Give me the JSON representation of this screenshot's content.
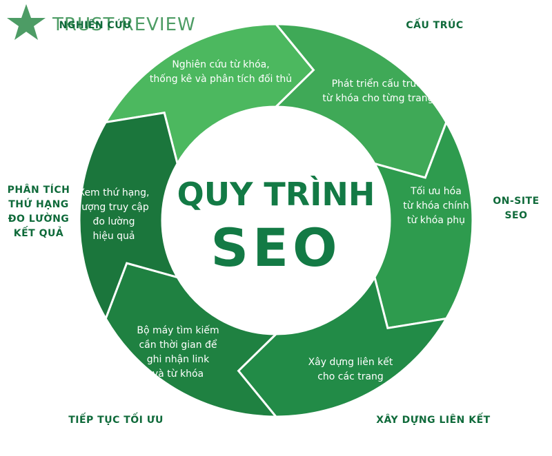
{
  "logo": {
    "text": "TRUST REVIEW"
  },
  "center": {
    "line1": "QUY TRÌNH",
    "line2": "SEO"
  },
  "stages": [
    {
      "outer_label": [
        "NGHIÊN CỨU"
      ],
      "text": [
        "Nghiên cứu từ khóa,",
        "thống kê và phân tích đối thủ"
      ],
      "color": "#4cb85f"
    },
    {
      "outer_label": [
        "CẤU TRÚC"
      ],
      "text": [
        "Phát triển cấu trúc,",
        "từ khóa cho từng trang"
      ],
      "color": "#3fa957"
    },
    {
      "outer_label": [
        "ON-SITE",
        "SEO"
      ],
      "text": [
        "Tối ưu hóa",
        "từ khóa chính",
        "từ khóa phụ"
      ],
      "color": "#2e9b4e"
    },
    {
      "outer_label": [
        "XÂY DỰNG LIÊN KẾT"
      ],
      "text": [
        "Xây dựng liên kết",
        "cho các trang"
      ],
      "color": "#228b47"
    },
    {
      "outer_label": [
        "TIẾP TỤC TỐI ƯU"
      ],
      "text": [
        "Bộ máy tìm kiếm",
        "cần thời gian để",
        "ghi nhận link",
        "và từ khóa"
      ],
      "color": "#1f8141"
    },
    {
      "outer_label": [
        "PHÂN TÍCH",
        "THỨ HẠNG",
        "ĐO LƯỜNG",
        "KẾT QUẢ"
      ],
      "text": [
        "Xem thứ hạng,",
        "lượng truy cập",
        "đo lường",
        "hiệu quả"
      ],
      "color": "#1b763c"
    }
  ]
}
